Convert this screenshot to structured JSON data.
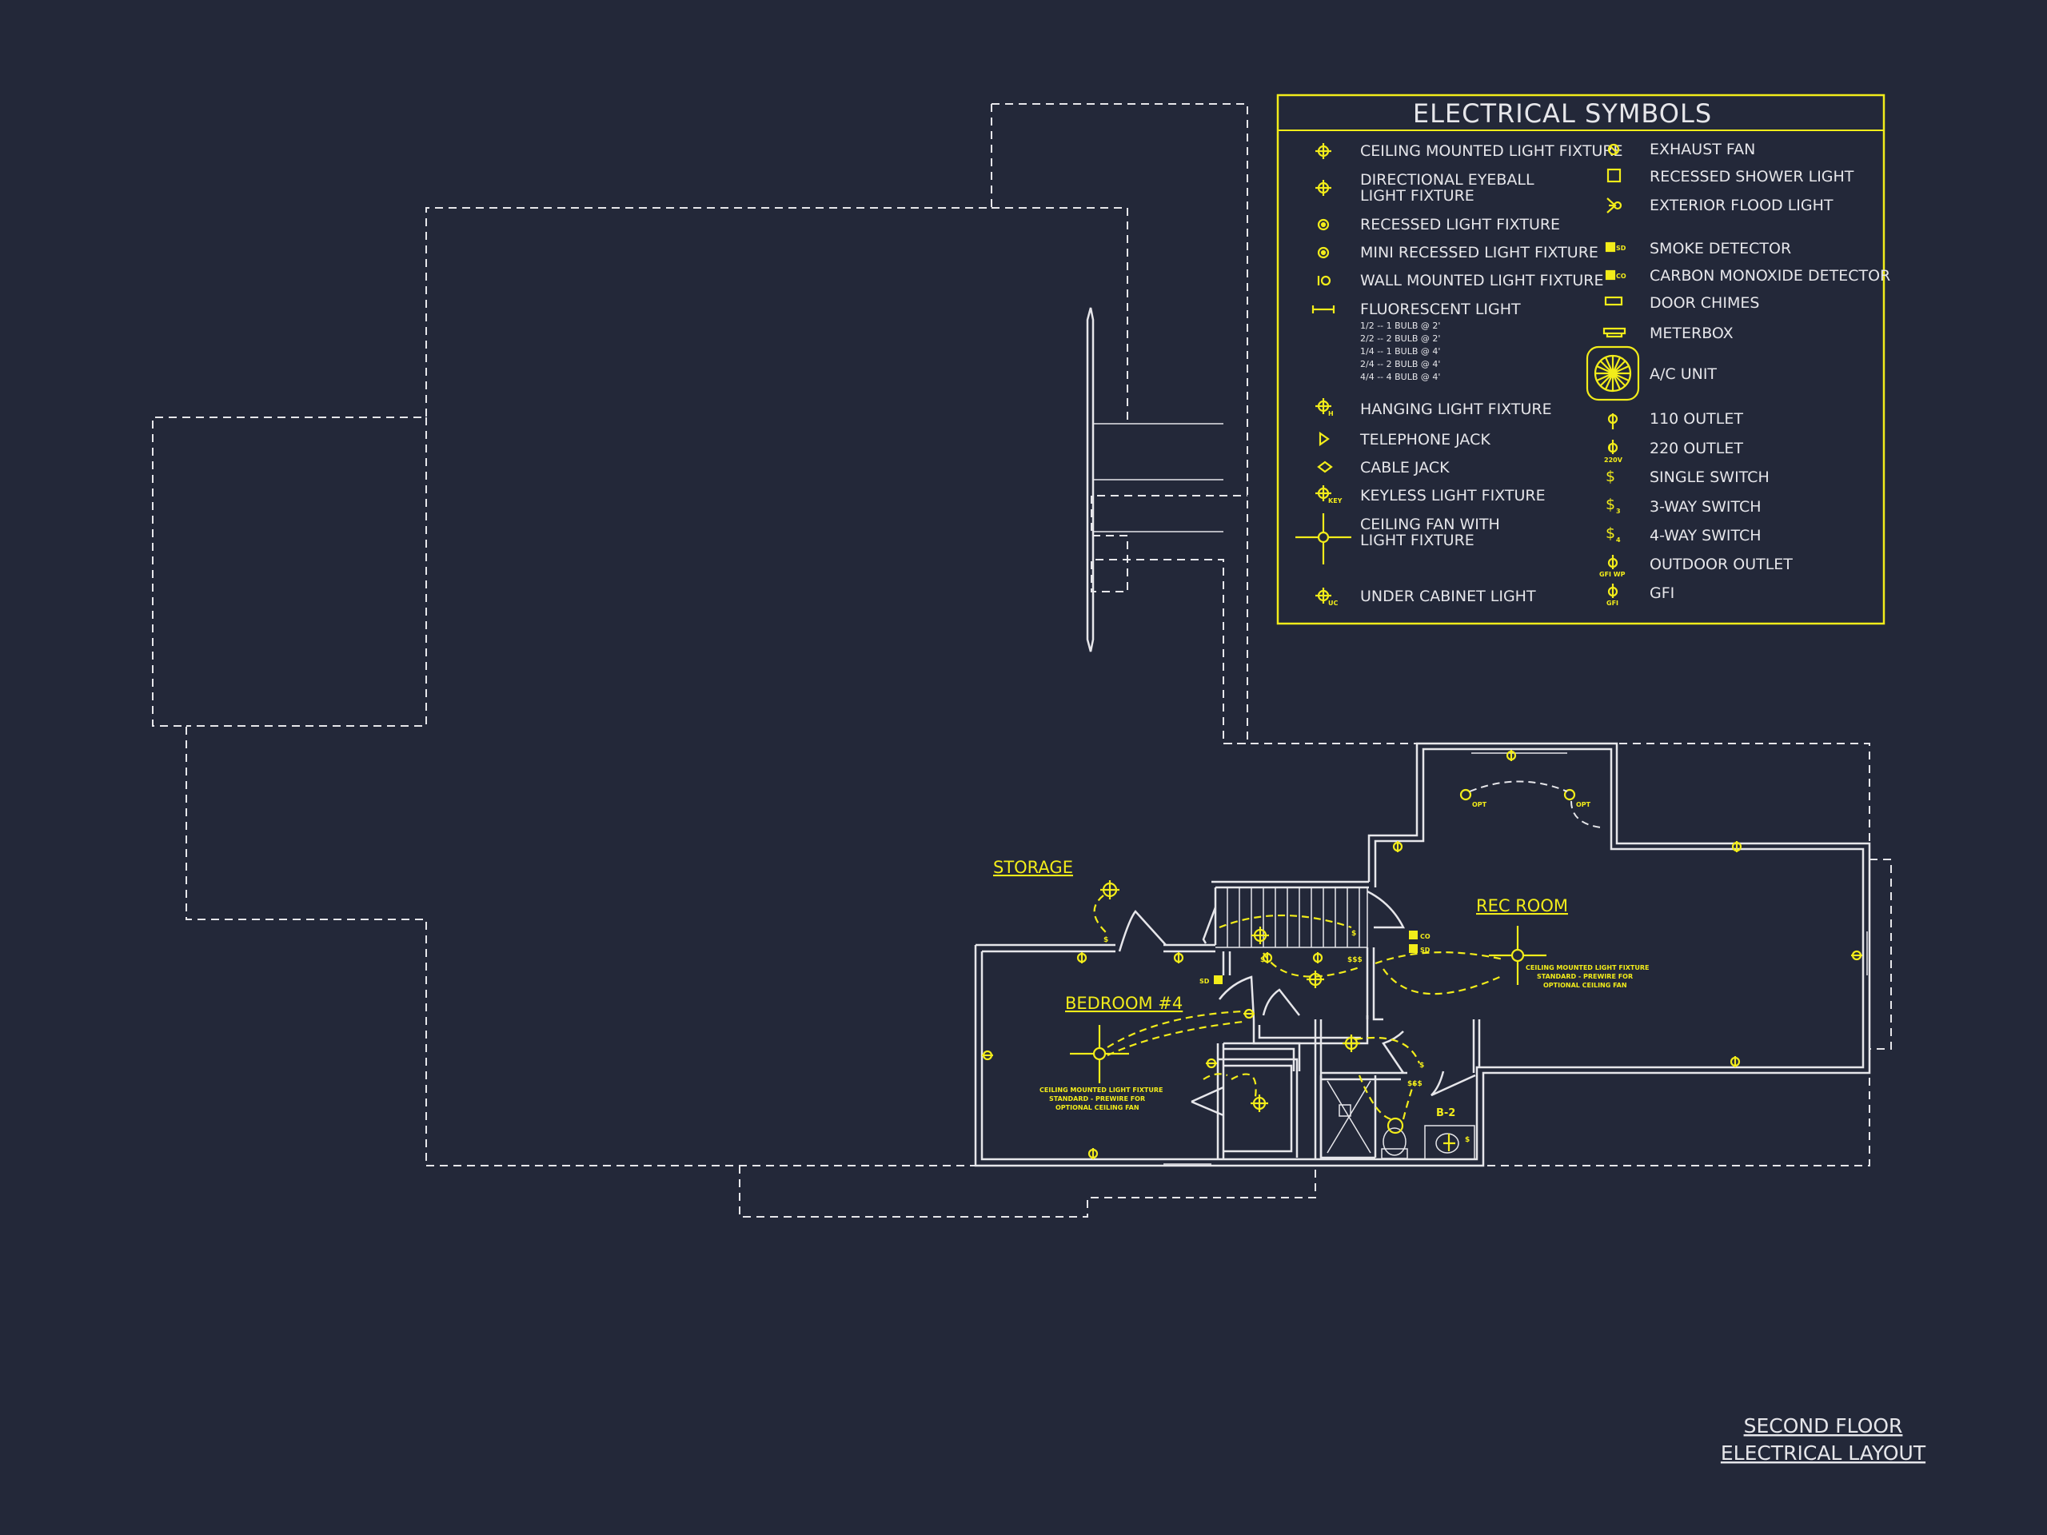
{
  "legend": {
    "title": "ELECTRICAL SYMBOLS",
    "left_items": [
      {
        "icon": "ceiling-light-icon",
        "label": "CEILING MOUNTED LIGHT FIXTURE"
      },
      {
        "icon": "eyeball-light-icon",
        "label": "DIRECTIONAL EYEBALL"
      },
      {
        "icon": "recessed-light-icon",
        "label": "RECESSED LIGHT FIXTURE"
      },
      {
        "icon": "mini-recessed-light-icon",
        "label": "MINI RECESSED LIGHT FIXTURE"
      },
      {
        "icon": "wall-light-icon",
        "label": "WALL MOUNTED LIGHT FIXTURE"
      },
      {
        "icon": "fluorescent-light-icon",
        "label": "FLUORESCENT LIGHT"
      },
      {
        "icon": "hanging-light-icon",
        "label": "HANGING LIGHT FIXTURE"
      },
      {
        "icon": "telephone-jack-icon",
        "label": "TELEPHONE JACK"
      },
      {
        "icon": "cable-jack-icon",
        "label": "CABLE JACK"
      },
      {
        "icon": "keyless-light-icon",
        "label": "KEYLESS LIGHT FIXTURE"
      },
      {
        "icon": "ceiling-fan-icon",
        "label": "CEILING FAN WITH"
      },
      {
        "icon": "under-cabinet-light-icon",
        "label": "UNDER CABINET LIGHT"
      }
    ],
    "eyeball_line2": "LIGHT FIXTURE",
    "fan_line2": "LIGHT FIXTURE",
    "fluorescent_notes": [
      "1/2 -- 1 BULB @ 2'",
      "2/2 -- 2 BULB @ 2'",
      "1/4 -- 1 BULB @ 4'",
      "2/4 -- 2 BULB @ 4'",
      "4/4 -- 4 BULB @ 4'"
    ],
    "right_items": [
      {
        "icon": "exhaust-fan-icon",
        "label": "EXHAUST FAN"
      },
      {
        "icon": "shower-light-icon",
        "label": "RECESSED SHOWER LIGHT"
      },
      {
        "icon": "flood-light-icon",
        "label": "EXTERIOR FLOOD LIGHT"
      },
      {
        "icon": "smoke-detector-icon",
        "label": "SMOKE DETECTOR"
      },
      {
        "icon": "co-detector-icon",
        "label": "CARBON MONOXIDE DETECTOR"
      },
      {
        "icon": "door-chimes-icon",
        "label": "DOOR CHIMES"
      },
      {
        "icon": "meterbox-icon",
        "label": "METERBOX"
      },
      {
        "icon": "ac-unit-icon",
        "label": "A/C UNIT"
      },
      {
        "icon": "outlet-110-icon",
        "label": "110 OUTLET"
      },
      {
        "icon": "outlet-220-icon",
        "label": "220 OUTLET"
      },
      {
        "icon": "single-switch-icon",
        "label": "SINGLE SWITCH"
      },
      {
        "icon": "three-way-switch-icon",
        "label": "3-WAY SWITCH"
      },
      {
        "icon": "four-way-switch-icon",
        "label": "4-WAY SWITCH"
      },
      {
        "icon": "outdoor-outlet-icon",
        "label": "OUTDOOR OUTLET"
      },
      {
        "icon": "gfi-icon",
        "label": "GFI"
      }
    ],
    "icon_text": {
      "h": "H",
      "key": "KEY",
      "uc": "UC",
      "sd": "SD",
      "co": "CO",
      "v220": "220V",
      "gfi_wp": "GFI WP",
      "gfi": "GFI",
      "s3": "3",
      "s4": "4"
    }
  },
  "rooms": {
    "storage": "STORAGE",
    "rec_room": "REC ROOM",
    "bedroom": "BEDROOM #4",
    "bath": "B-2"
  },
  "notes": {
    "fan_note": [
      "CEILING MOUNTED LIGHT FIXTURE",
      "STANDARD - PREWIRE FOR",
      "OPTIONAL CEILING FAN"
    ],
    "opt": "OPT",
    "sd": "SD",
    "co": "CO",
    "switch": "$",
    "switch3": "$$$"
  },
  "title": {
    "line1": "SECOND FLOOR",
    "line2": "ELECTRICAL LAYOUT"
  },
  "colors": {
    "background": "#232839",
    "linework": "#e6e6ea",
    "electrical": "#f2ec1a"
  }
}
